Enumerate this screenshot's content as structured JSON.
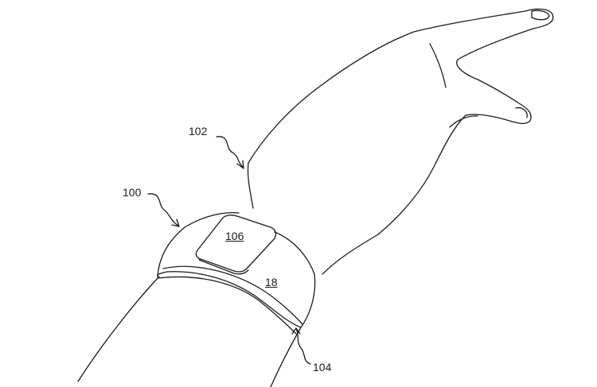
{
  "figure": {
    "labels": {
      "hand": "102",
      "device": "100",
      "module": "106",
      "band": "18",
      "band_edge": "104"
    }
  }
}
